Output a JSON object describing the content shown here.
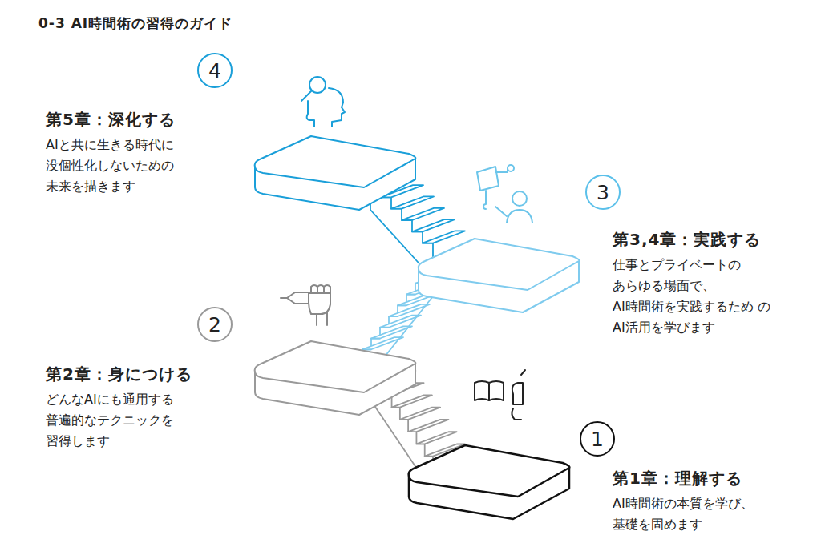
{
  "diagram": {
    "title": "0-3 AI時間術の習得のガイド",
    "nodes": [
      {
        "text": [
          "1",
          "第1章：理解する",
          "AI時間術の本質を学び、 基礎を固めます"
        ]
      },
      {
        "text": [
          "2",
          "第2章：身につける",
          "どんなAIにも通用する 普遍的なテクニックを 習得します"
        ]
      },
      {
        "text": [
          "3",
          "第3,4章：実践する",
          "仕事とプライベートの あらゆる場面で、 AI時間術を実践するため の AI活用を学びます"
        ]
      },
      {
        "text": [
          "4",
          "第5章：深化する",
          "AIと共に生きる時代に 没個性化しないための 未来を描きます"
        ]
      }
    ]
  }
}
